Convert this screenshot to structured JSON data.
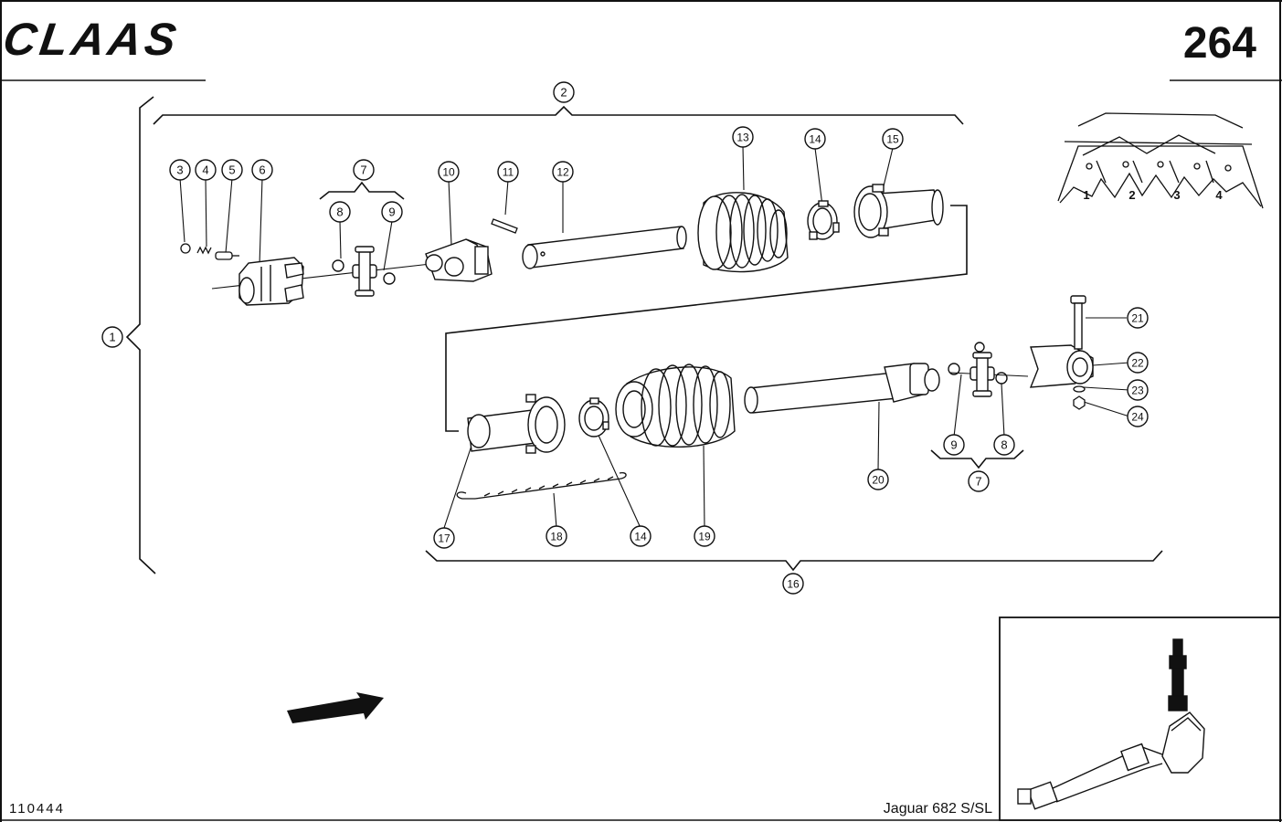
{
  "header": {
    "brand": "CLAAS",
    "page_number": "264"
  },
  "footer": {
    "drawing_number": "110444",
    "model": "Jaguar 682 S/SL"
  },
  "diagram": {
    "callouts": [
      "1",
      "2",
      "3",
      "4",
      "5",
      "6",
      "7",
      "8",
      "9",
      "10",
      "11",
      "12",
      "13",
      "14",
      "15",
      "16",
      "17",
      "18",
      "14",
      "19",
      "20",
      "9",
      "8",
      "7",
      "21",
      "22",
      "23",
      "24"
    ]
  },
  "thumbnail": {
    "row_labels": [
      "1",
      "2",
      "3",
      "4"
    ]
  }
}
